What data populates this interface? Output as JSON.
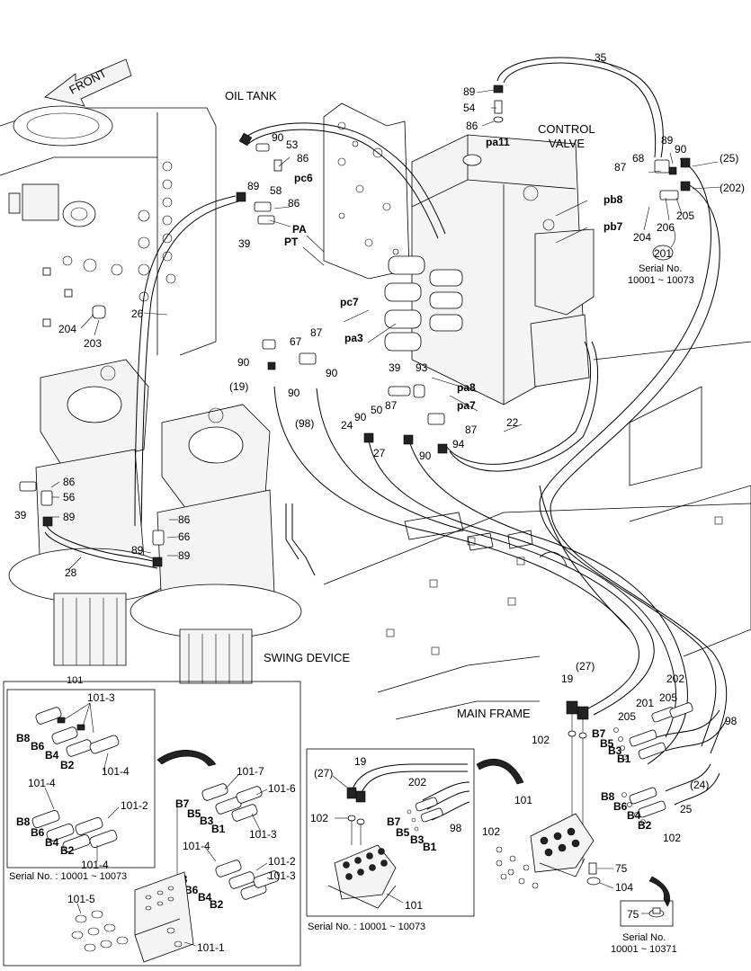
{
  "areas": {
    "front": "FRONT",
    "oil_tank": "OIL TANK",
    "control_valve_1": "CONTROL",
    "control_valve_2": "VALVE",
    "swing_device": "SWING DEVICE",
    "main_frame": "MAIN FRAME"
  },
  "ports": {
    "pa11": "pa11",
    "pc6": "pc6",
    "PA": "PA",
    "PT": "PT",
    "pc7": "pc7",
    "pa3": "pa3",
    "pa8": "pa8",
    "pa7": "pa7",
    "pb8": "pb8",
    "pb7": "pb7"
  },
  "callouts": {
    "c35": "35",
    "c89a": "89",
    "c54": "54",
    "c86a": "86",
    "c90a": "90",
    "c53": "53",
    "c86b": "86",
    "c89b": "89",
    "c58": "58",
    "c86c": "86",
    "c39a": "39",
    "c204a": "204",
    "c203": "203",
    "c26": "26",
    "c89c": "89",
    "c90b": "90",
    "c68": "68",
    "c87a": "87",
    "c25a": "(25)",
    "c202a": "(202)",
    "c204b": "204",
    "c205a": "205",
    "c206": "206",
    "c201a": "201",
    "c90c": "90",
    "c19a": "(19)",
    "c67": "67",
    "c87b": "87",
    "c90d": "90",
    "c90e": "90",
    "c98a": "(98)",
    "c39b": "39",
    "c93": "93",
    "c87c": "87",
    "c50": "50",
    "c90f": "90",
    "c24a": "24",
    "c87d": "87",
    "c94": "94",
    "c27a": "27",
    "c90g": "90",
    "c22": "22",
    "c86d": "86",
    "c56": "56",
    "c39c": "39",
    "c89d": "89",
    "c86e": "86",
    "c66": "66",
    "c89e": "89",
    "c89f": "89",
    "c28": "28",
    "c19b": "19",
    "c27b": "(27)",
    "c202b": "202",
    "c201b": "201",
    "c205b": "205",
    "c102a": "102",
    "c205c": "205",
    "c98b": "98",
    "c101a": "101",
    "c24b": "(24)",
    "c25b": "25",
    "c102b": "102",
    "c75a": "75",
    "c104": "104",
    "c75b": "75"
  },
  "bports": {
    "b7a": "B7",
    "b5a": "B5",
    "b3a": "B3",
    "b1a": "B1",
    "b8a": "B8",
    "b6a": "B6",
    "b4a": "B4",
    "b2a": "B2"
  },
  "serials": {
    "s1_line1": "Serial No.",
    "s1_line2": "10001 ~ 10073",
    "s_inset_left": "Serial No. : 10001 ~ 10073",
    "s_inset_mid": "Serial No. : 10001 ~ 10073",
    "s_75_line1": "Serial No.",
    "s_75_line2": "10001 ~ 10371"
  },
  "inset_left": {
    "title": "101",
    "c101_3a": "101-3",
    "c101_4a": "101-4",
    "c101_4b": "101-4",
    "c101_2a": "101-2",
    "c101_4c": "101-4",
    "b8a": "B8",
    "b6a": "B6",
    "b4a": "B4",
    "b2a": "B2",
    "b8b": "B8",
    "b6b": "B6",
    "b4b": "B4",
    "b2b": "B2",
    "c101_7": "101-7",
    "c101_6": "101-6",
    "c101_3b": "101-3",
    "b7": "B7",
    "b5": "B5",
    "b3": "B3",
    "b1": "B1",
    "c101_4d": "101-4",
    "c101_2b": "101-2",
    "c101_3c": "101-3",
    "b8c": "B8",
    "b6c": "B6",
    "b4c": "B4",
    "b2c": "B2",
    "c101_5": "101-5",
    "c101_1": "101-1"
  },
  "inset_mid": {
    "c27": "(27)",
    "c19": "19",
    "c202": "202",
    "c102": "102",
    "c98": "98",
    "b7": "B7",
    "b5": "B5",
    "b3": "B3",
    "b1": "B1",
    "c101": "101"
  }
}
